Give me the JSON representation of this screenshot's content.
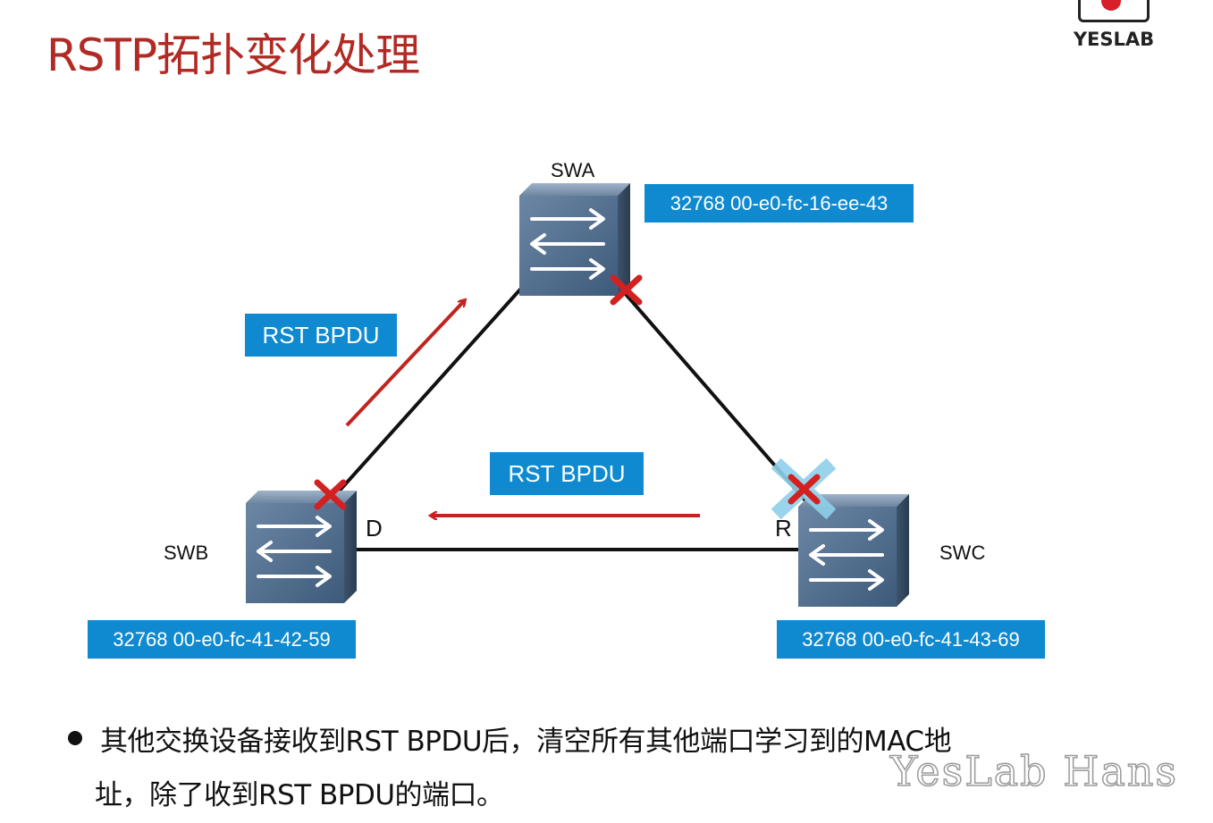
{
  "slide": {
    "title": "RSTP拓扑变化处理",
    "logo_text": "YESLAB",
    "watermark": "YesLab Hans"
  },
  "switches": {
    "swa": {
      "name": "SWA",
      "bridge_id": "32768 00-e0-fc-16-ee-43"
    },
    "swb": {
      "name": "SWB",
      "bridge_id": "32768 00-e0-fc-41-42-59"
    },
    "swc": {
      "name": "SWC",
      "bridge_id": "32768 00-e0-fc-41-43-69"
    }
  },
  "ports": {
    "swb_port": "D",
    "swc_port": "R"
  },
  "messages": {
    "upper": "RST BPDU",
    "lower": "RST BPDU"
  },
  "bullet": {
    "line1": "其他交换设备接收到RST BPDU后，清空所有其他端口学习到的MAC地",
    "line2": "址，除了收到RST BPDU的端口。"
  },
  "colors": {
    "title": "#b22a24",
    "label_bg": "#0f8ad0",
    "arrow": "#c0241e",
    "link": "#111111",
    "blocked_x": "#8fd0ea"
  }
}
